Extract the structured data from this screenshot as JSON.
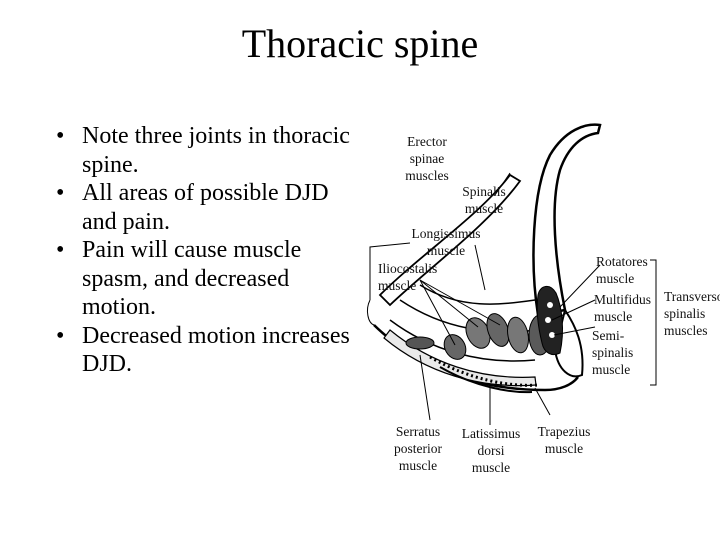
{
  "slide": {
    "title": "Thoracic spine",
    "bullets": [
      "Note three joints in thoracic spine.",
      "All areas of possible DJD and pain.",
      "Pain will cause muscle spasm, and decreased motion.",
      "Decreased motion increases DJD."
    ]
  },
  "figure": {
    "labels": {
      "erector": "Erector\nspinae\nmuscles",
      "spinalis": "Spinalis\nmuscle",
      "longissimus": "Longissimus\nmuscle",
      "iliocostalis": "Iliocostalis\nmuscle",
      "rotatores": "Rotatores\nmuscle",
      "multifidus": "Multifidus\nmuscle",
      "semispinalis": "Semi-\nspinalis\nmuscle",
      "transverso": "Transverso-\nspinalis\nmuscles",
      "serratus": "Serratus\nposterior\nmuscle",
      "latissimus": "Latissimus\ndorsi\nmuscle",
      "trapezius": "Trapezius\nmuscle"
    }
  }
}
